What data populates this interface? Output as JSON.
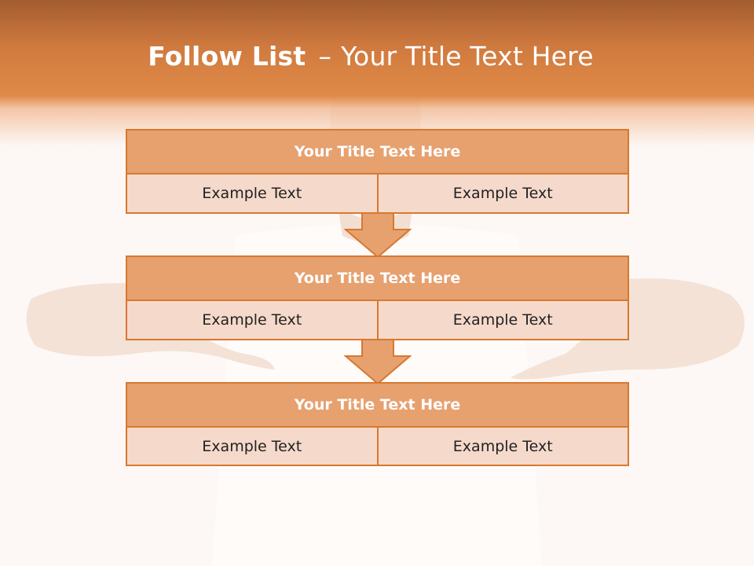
{
  "slide": {
    "title_bold": "Follow List",
    "title_separator": "–",
    "title_rest": "Your Title Text Here"
  },
  "colors": {
    "header": "#d07a3f",
    "block_title_fill": "#e6a16f",
    "block_cell_fill": "#f5d9ca",
    "border": "#d8782f",
    "arrow_fill": "#e6a16f"
  },
  "blocks": [
    {
      "title": "Your Title Text Here",
      "cells": [
        "Example Text",
        "Example Text"
      ]
    },
    {
      "title": "Your Title Text Here",
      "cells": [
        "Example Text",
        "Example Text"
      ]
    },
    {
      "title": "Your Title Text Here",
      "cells": [
        "Example Text",
        "Example Text"
      ]
    }
  ],
  "arrows": [
    {
      "icon": "down-arrow-icon"
    },
    {
      "icon": "down-arrow-icon"
    }
  ]
}
